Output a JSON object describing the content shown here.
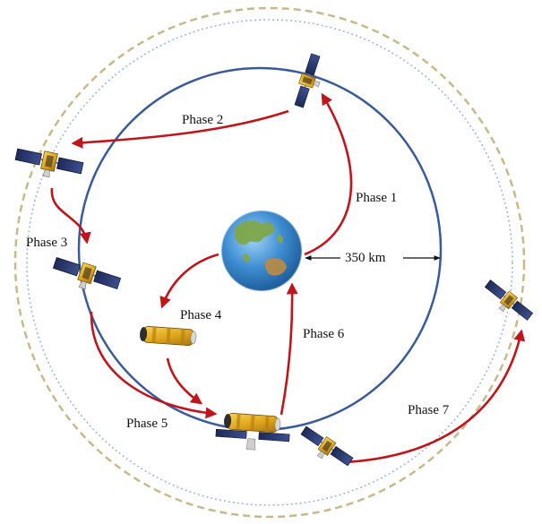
{
  "labels": {
    "phase1": "Phase 1",
    "phase2": "Phase 2",
    "phase3": "Phase 3",
    "phase4": "Phase 4",
    "phase5": "Phase 5",
    "phase6": "Phase 6",
    "phase7": "Phase 7",
    "distance": "350 km"
  },
  "colors": {
    "orbit_main": "#3a5b9a",
    "orbit_outer_dashed": "#c8b98a",
    "orbit_dotted": "#9cb8dd",
    "arrow": "#c0161b",
    "earth_ocean": "#3f8ed2",
    "earth_land": "#7ea64a",
    "panel": "#26366b",
    "satellite_gold": "#e2a81c"
  },
  "icons": {
    "earth": "earth-globe-icon",
    "satellite": "satellite-icon",
    "spacecraft": "spacecraft-icon"
  }
}
